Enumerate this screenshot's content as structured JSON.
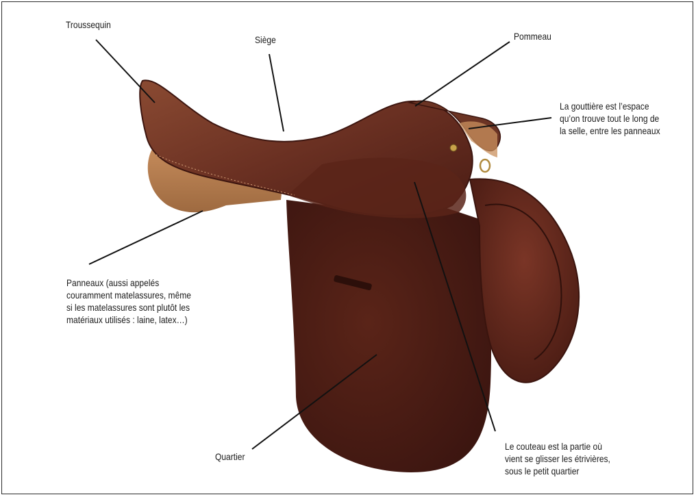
{
  "labels": {
    "troussequin": {
      "lines": [
        "Troussequin"
      ]
    },
    "siege": {
      "lines": [
        "Siège"
      ]
    },
    "pommeau": {
      "lines": [
        "Pommeau"
      ]
    },
    "gouttiere": {
      "lines": [
        "La gouttière est l’espace",
        "qu’on trouve tout le long de",
        "la selle, entre les panneaux"
      ]
    },
    "panneaux": {
      "lines": [
        "Panneaux (aussi appelés",
        "couramment matelassures, même",
        "si les matelassures sont plutôt les",
        "matériaux utilisés : laine, latex…)"
      ]
    },
    "quartier": {
      "lines": [
        "Quartier"
      ]
    },
    "couteau": {
      "lines": [
        "Le couteau est la partie où",
        "vient se glisser les étrivières,",
        "sous le petit quartier"
      ]
    }
  },
  "colors": {
    "leather_dark": "#4a1d16",
    "leather_mid": "#5e271c",
    "leather_flap": "#6b2d20",
    "panel_tan": "#b57a4d",
    "leader_line": "#111111",
    "text": "#1b1b1b"
  }
}
